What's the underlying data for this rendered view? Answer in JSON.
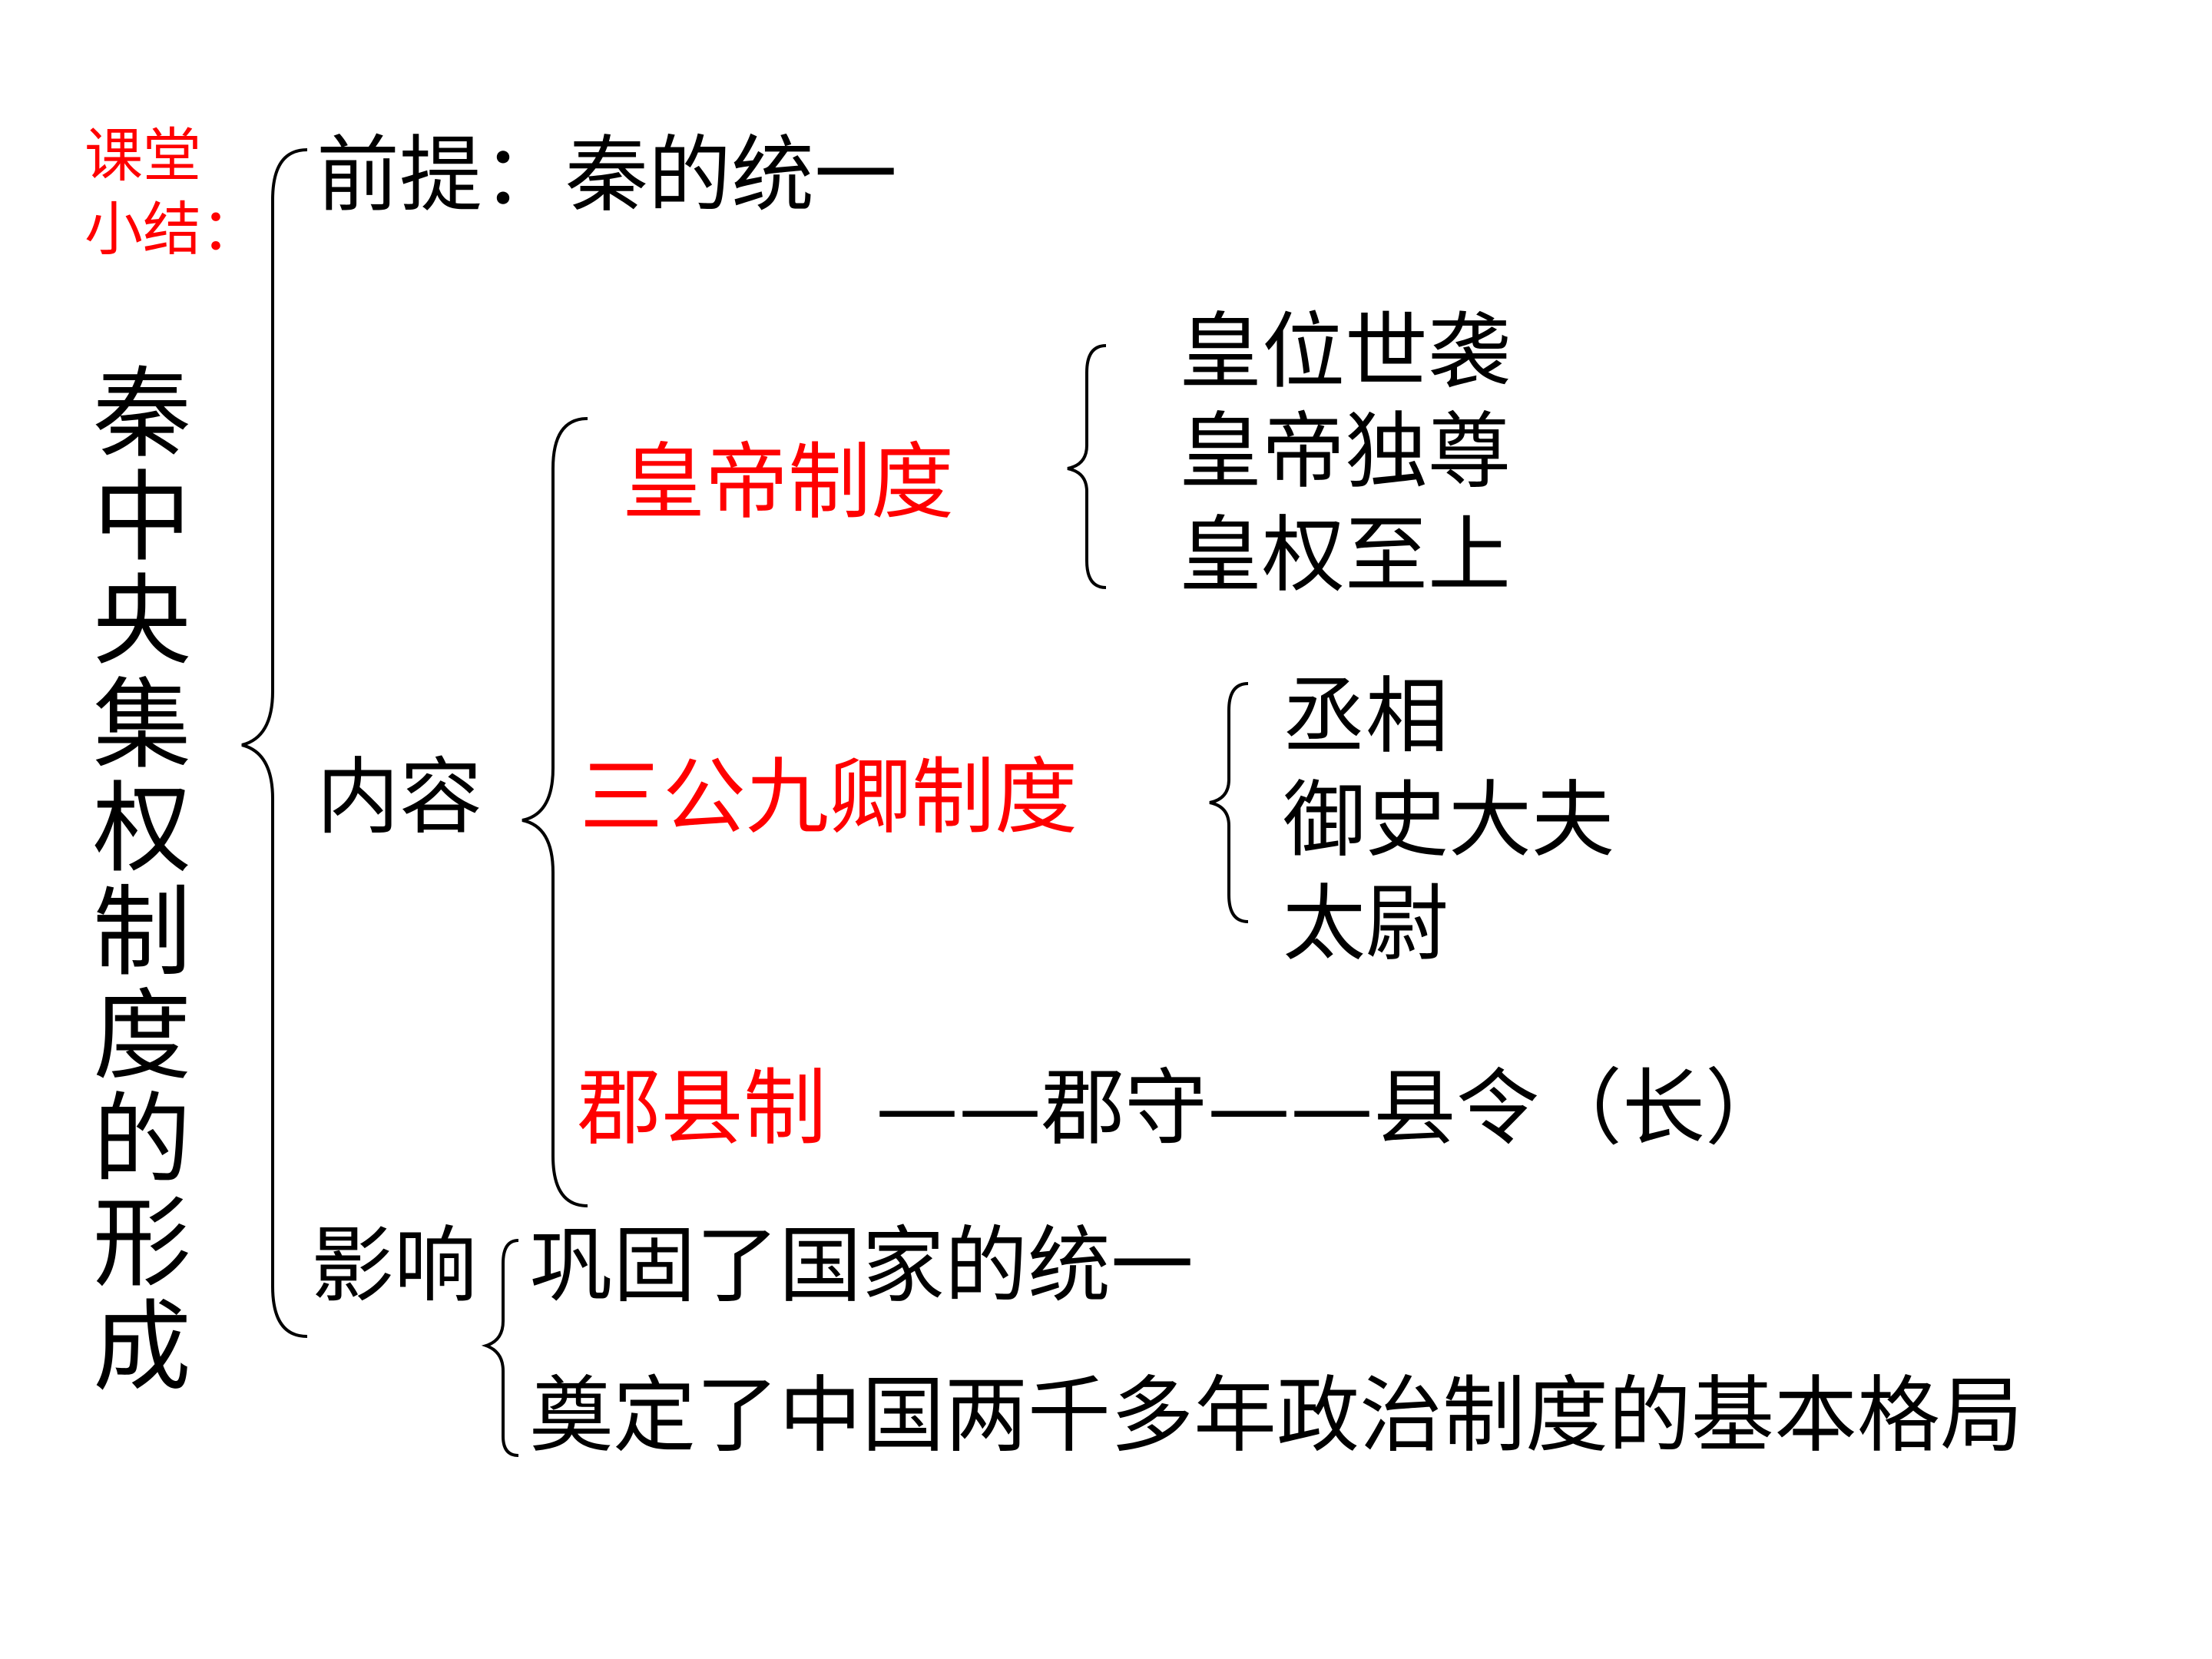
{
  "slide": {
    "summary_label_line1": "课堂",
    "summary_label_line2": "小结：",
    "topic_chars": [
      "秦",
      "中",
      "央",
      "集",
      "权",
      "制",
      "度",
      "的",
      "形",
      "成"
    ],
    "premise": "前提：秦的统一",
    "content_label": "内容",
    "emperor_system": "皇帝制度",
    "emperor_points": [
      "皇位世袭",
      "皇帝独尊",
      "皇权至上"
    ],
    "three_dukes_system": "三公九卿制度",
    "three_dukes_points": [
      "丞相",
      "御史大夫",
      "太尉"
    ],
    "commandery_system": "郡县制",
    "commandery_chain": "——郡守——县令（长）",
    "influence_label": "影响",
    "influence_points": [
      "巩固了国家的统一",
      "奠定了中国两千多年政治制度的基本格局"
    ]
  },
  "colors": {
    "highlight": "#ff0000",
    "text": "#000000",
    "background": "#ffffff"
  }
}
